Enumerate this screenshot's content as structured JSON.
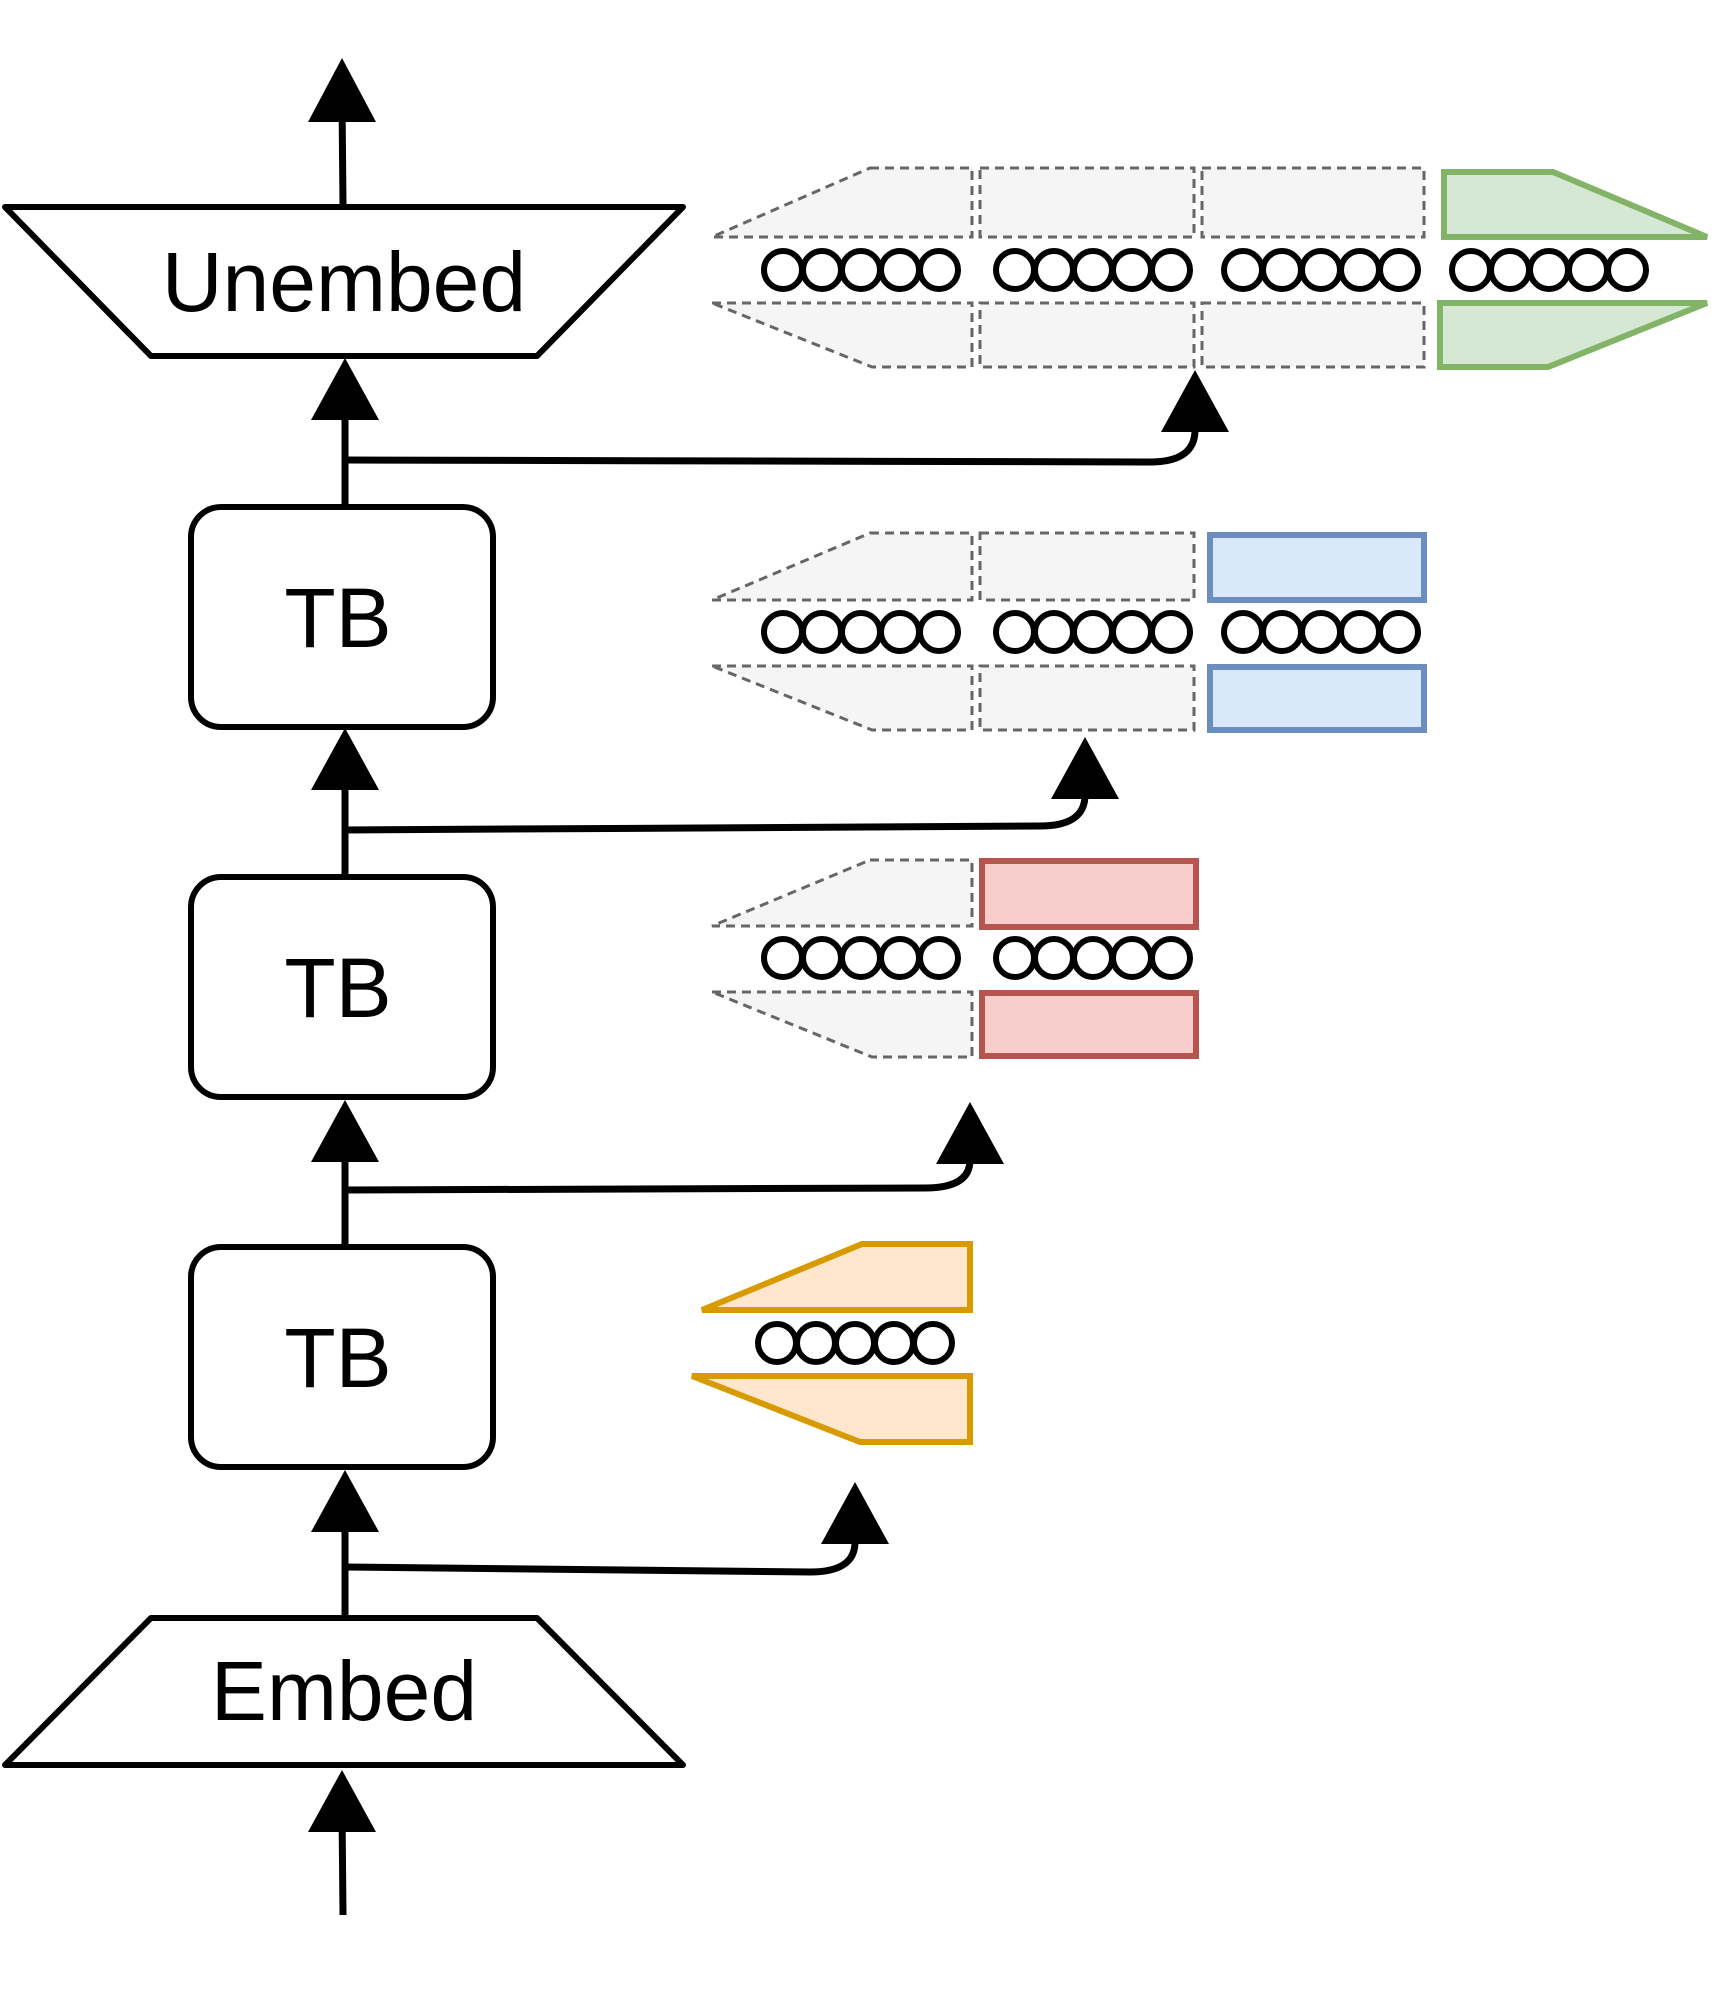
{
  "labels": {
    "unembed": "Unembed",
    "tb_top": "TB",
    "tb_middle": "TB",
    "tb_bottom": "TB",
    "embed": "Embed"
  },
  "icons": {
    "flow_arrow": "arrow-up-icon",
    "branch_arrow": "curved-branch-arrow-icon",
    "activation_group": "row-of-five-circles-icon",
    "encoder_shape": "trapezoid-wedge-icon",
    "decoder_block": "rectangle-block-icon"
  },
  "groups": [
    {
      "name": "embed-output",
      "filled_segments": 1,
      "shape": "wedge",
      "ghost_segments": 0
    },
    {
      "name": "tb-1-output",
      "filled_segments": 1,
      "shape": "rect",
      "ghost_segments": 1
    },
    {
      "name": "tb-2-output",
      "filled_segments": 1,
      "shape": "rect",
      "ghost_segments": 2
    },
    {
      "name": "unembed-input",
      "filled_segments": 1,
      "shape": "wedge",
      "ghost_segments": 3
    }
  ],
  "colors": {
    "stroke": "#000000",
    "ghost_fill": "#f5f5f5",
    "ghost_stroke": "#666666",
    "orange_fill": "#ffe6cc",
    "orange_stroke": "#d79b00",
    "red_fill": "#f8cecc",
    "red_stroke": "#b85450",
    "blue_fill": "#dae8fc",
    "blue_stroke": "#6c8ebf",
    "green_fill": "#d5e8d4",
    "green_stroke": "#82b366"
  }
}
